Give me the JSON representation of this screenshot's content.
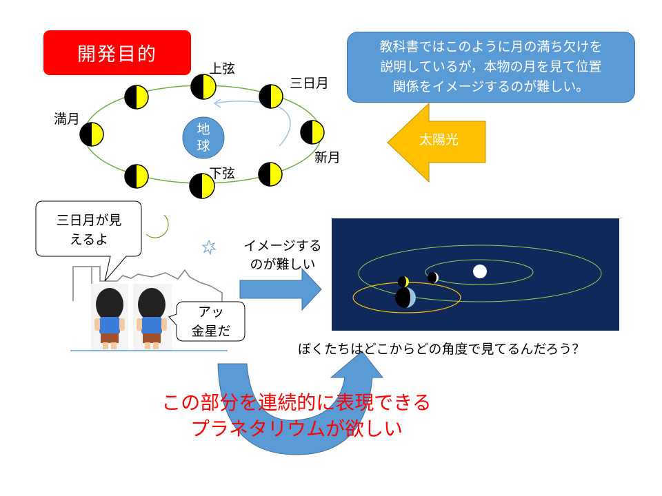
{
  "title": "開発目的",
  "note": [
    "教科書ではこのように月の満ち欠けを",
    "説明しているが，本物の月を見て位置",
    "関係をイメージするのが難しい。"
  ],
  "earth_label": [
    "地",
    "球"
  ],
  "moon_labels": {
    "first_quarter": "上弦",
    "crescent": "三日月",
    "full": "満月",
    "new": "新月",
    "last_quarter": "下弦"
  },
  "sunlight_label": "太陽光",
  "bubble_left": [
    "三日月が見",
    "えるよ"
  ],
  "bubble_right": [
    "アッ",
    "金星だ"
  ],
  "imagine_text": [
    "イメージする",
    "のが難しい"
  ],
  "question": "ぼくたちはどこからどの角度で見てるんだろう？",
  "wish": [
    "この部分を連続的に表現できる",
    "プラネタリウムが欲しい"
  ],
  "colors": {
    "title_bg": "#ff0000",
    "note_bg": "#5b9bd5",
    "orbit": "#70ad47",
    "moon_light": "#ffff00",
    "sunlight_arrow": "#ffc000",
    "space_bg": "#0f2a5a",
    "wish_text": "#ff0000"
  }
}
